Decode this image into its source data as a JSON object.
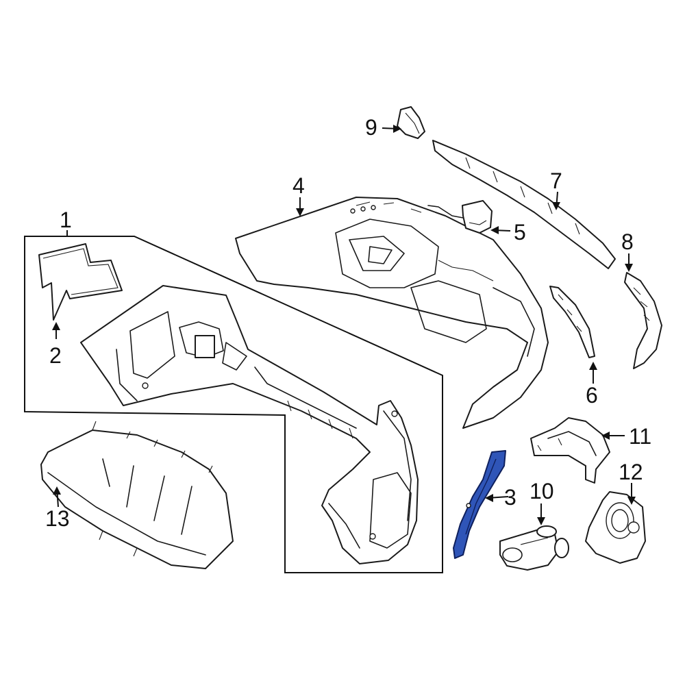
{
  "diagram": {
    "accent_color": "#2f55b8",
    "highlighted_callout": "3",
    "callouts": [
      {
        "id": "c1",
        "label": "1"
      },
      {
        "id": "c2",
        "label": "2"
      },
      {
        "id": "c3",
        "label": "3"
      },
      {
        "id": "c4",
        "label": "4"
      },
      {
        "id": "c5",
        "label": "5"
      },
      {
        "id": "c6",
        "label": "6"
      },
      {
        "id": "c7",
        "label": "7"
      },
      {
        "id": "c8",
        "label": "8"
      },
      {
        "id": "c9",
        "label": "9"
      },
      {
        "id": "c10",
        "label": "10"
      },
      {
        "id": "c11",
        "label": "11"
      },
      {
        "id": "c12",
        "label": "12"
      },
      {
        "id": "c13",
        "label": "13"
      }
    ]
  }
}
